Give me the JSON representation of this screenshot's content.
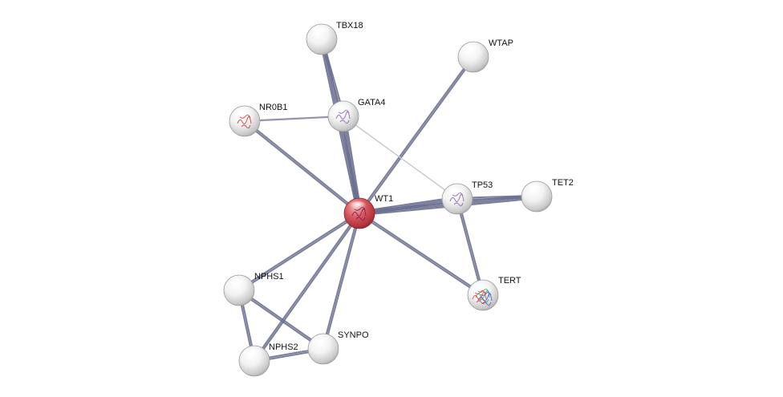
{
  "network": {
    "nodes": [
      {
        "id": "WT1",
        "label": "WT1",
        "color": "#c9454d",
        "highlighted": true,
        "structure": true
      },
      {
        "id": "TBX18",
        "label": "TBX18",
        "color": "#eeeeee",
        "highlighted": false,
        "structure": false
      },
      {
        "id": "WTAP",
        "label": "WTAP",
        "color": "#eeeeee",
        "highlighted": false,
        "structure": false
      },
      {
        "id": "NR0B1",
        "label": "NR0B1",
        "color": "#eeeeee",
        "highlighted": false,
        "structure": true
      },
      {
        "id": "GATA4",
        "label": "GATA4",
        "color": "#eeeeee",
        "highlighted": false,
        "structure": true
      },
      {
        "id": "TP53",
        "label": "TP53",
        "color": "#eeeeee",
        "highlighted": false,
        "structure": true
      },
      {
        "id": "TET2",
        "label": "TET2",
        "color": "#eeeeee",
        "highlighted": false,
        "structure": false
      },
      {
        "id": "TERT",
        "label": "TERT",
        "color": "#eeeeee",
        "highlighted": false,
        "structure": true
      },
      {
        "id": "NPHS1",
        "label": "NPHS1",
        "color": "#eeeeee",
        "highlighted": false,
        "structure": false
      },
      {
        "id": "NPHS2",
        "label": "NPHS2",
        "color": "#eeeeee",
        "highlighted": false,
        "structure": false
      },
      {
        "id": "SYNPO",
        "label": "SYNPO",
        "color": "#eeeeee",
        "highlighted": false,
        "structure": false
      }
    ],
    "edges": [
      {
        "source": "WT1",
        "target": "TBX18",
        "strength": "strong"
      },
      {
        "source": "WT1",
        "target": "GATA4",
        "strength": "strong"
      },
      {
        "source": "WT1",
        "target": "NR0B1",
        "strength": "medium"
      },
      {
        "source": "WT1",
        "target": "WTAP",
        "strength": "medium"
      },
      {
        "source": "WT1",
        "target": "TP53",
        "strength": "strong"
      },
      {
        "source": "WT1",
        "target": "TET2",
        "strength": "strong"
      },
      {
        "source": "WT1",
        "target": "TERT",
        "strength": "medium"
      },
      {
        "source": "WT1",
        "target": "NPHS1",
        "strength": "medium"
      },
      {
        "source": "WT1",
        "target": "NPHS2",
        "strength": "medium"
      },
      {
        "source": "WT1",
        "target": "SYNPO",
        "strength": "medium"
      },
      {
        "source": "TBX18",
        "target": "GATA4",
        "strength": "medium"
      },
      {
        "source": "NR0B1",
        "target": "GATA4",
        "strength": "weak"
      },
      {
        "source": "GATA4",
        "target": "TP53",
        "strength": "faint"
      },
      {
        "source": "TP53",
        "target": "TET2",
        "strength": "medium"
      },
      {
        "source": "TP53",
        "target": "TERT",
        "strength": "medium"
      },
      {
        "source": "NPHS1",
        "target": "NPHS2",
        "strength": "medium"
      },
      {
        "source": "NPHS1",
        "target": "SYNPO",
        "strength": "medium"
      },
      {
        "source": "NPHS2",
        "target": "SYNPO",
        "strength": "medium"
      }
    ],
    "edge_color": "#6b7090",
    "faint_edge_color": "#c8c8c8"
  }
}
